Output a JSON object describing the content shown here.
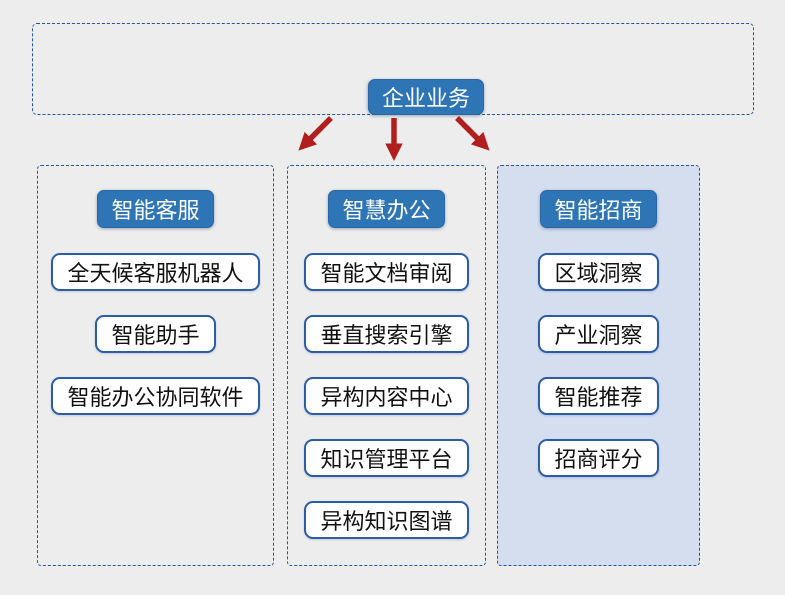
{
  "diagram": {
    "root": {
      "label": "企业业务"
    },
    "columns": [
      {
        "header": "智能客服",
        "items": [
          "全天候客服机器人",
          "智能助手",
          "智能办公协同软件"
        ],
        "highlighted": false
      },
      {
        "header": "智慧办公",
        "items": [
          "智能文档审阅",
          "垂直搜索引擎",
          "异构内容中心",
          "知识管理平台",
          "异构知识图谱"
        ],
        "highlighted": false
      },
      {
        "header": "智能招商",
        "items": [
          "区域洞察",
          "产业洞察",
          "智能推荐",
          "招商评分"
        ],
        "highlighted": true
      }
    ],
    "colors": {
      "node_blue": "#2e75b6",
      "item_border_blue": "#2b5ca8",
      "dashed_border_blue": "#2254a6",
      "arrow_red": "#b01e1e",
      "highlight_column_fill": "#d5deef",
      "page_background": "#ededed"
    }
  }
}
